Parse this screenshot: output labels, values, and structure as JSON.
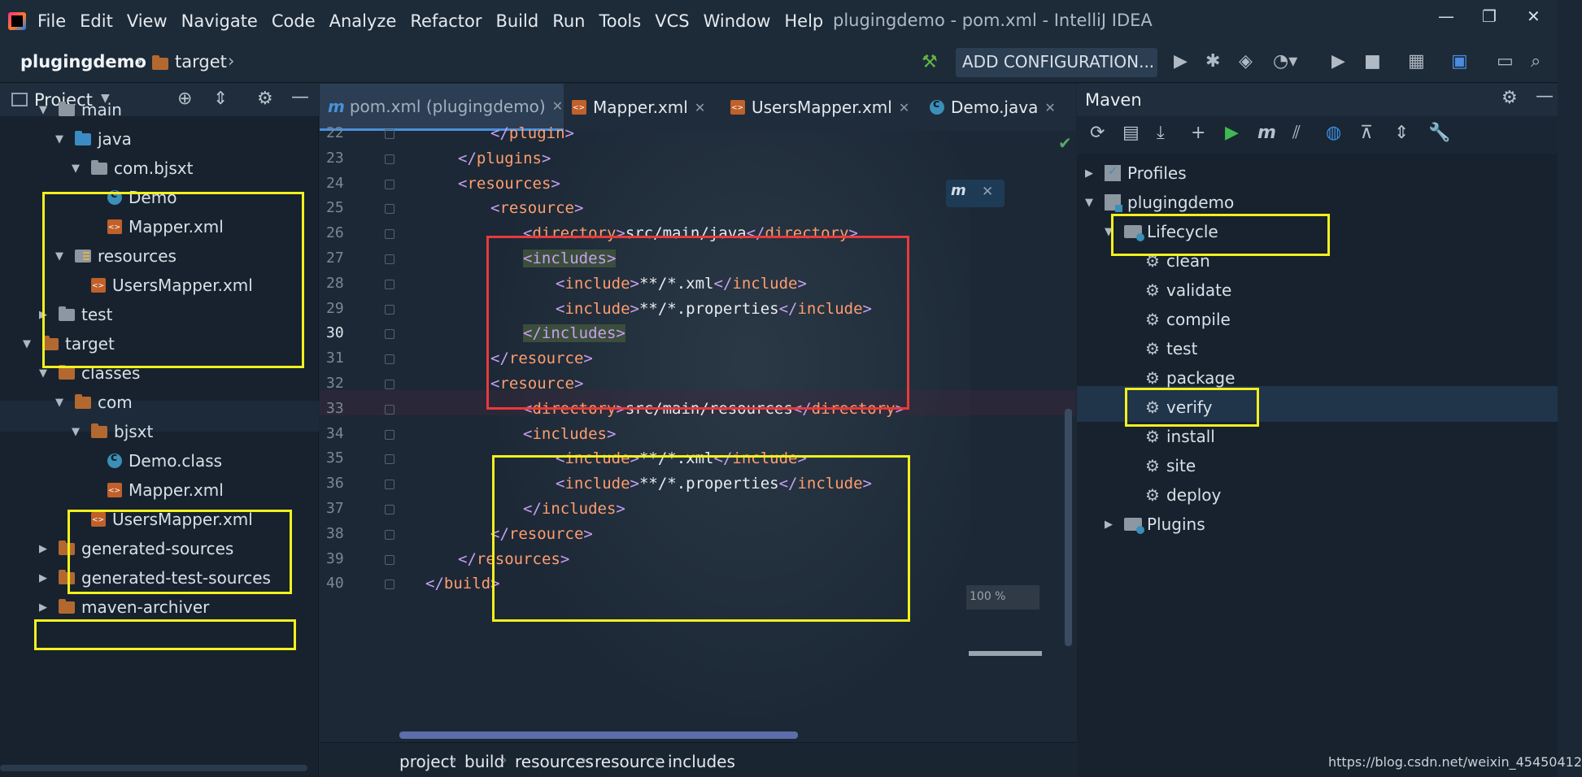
{
  "menubar": {
    "items": [
      "File",
      "Edit",
      "View",
      "Navigate",
      "Code",
      "Analyze",
      "Refactor",
      "Build",
      "Run",
      "Tools",
      "VCS",
      "Window",
      "Help"
    ],
    "window_title": "plugingdemo - pom.xml - IntelliJ IDEA"
  },
  "navbar": {
    "project": "plugingdemo",
    "folder": "target",
    "run_config": "ADD CONFIGURATION..."
  },
  "project_panel": {
    "title": "Project",
    "tree": [
      {
        "label": "main",
        "kind": "folder-grey",
        "arrow": "▼",
        "indent": 0
      },
      {
        "label": "java",
        "kind": "folder-blue",
        "arrow": "▼",
        "indent": 1
      },
      {
        "label": "com.bjsxt",
        "kind": "package",
        "arrow": "▼",
        "indent": 2
      },
      {
        "label": "Demo",
        "kind": "class",
        "arrow": "",
        "indent": 3
      },
      {
        "label": "Mapper.xml",
        "kind": "xml",
        "arrow": "",
        "indent": 3
      },
      {
        "label": "resources",
        "kind": "resources",
        "arrow": "▼",
        "indent": 1
      },
      {
        "label": "UsersMapper.xml",
        "kind": "xml",
        "arrow": "",
        "indent": 2
      },
      {
        "label": "test",
        "kind": "folder-grey",
        "arrow": "▶",
        "indent": 0
      },
      {
        "label": "target",
        "kind": "folder",
        "arrow": "▼",
        "indent": -1
      },
      {
        "label": "classes",
        "kind": "folder",
        "arrow": "▼",
        "indent": 0
      },
      {
        "label": "com",
        "kind": "folder",
        "arrow": "▼",
        "indent": 1
      },
      {
        "label": "bjsxt",
        "kind": "folder",
        "arrow": "▼",
        "indent": 2
      },
      {
        "label": "Demo.class",
        "kind": "class",
        "arrow": "",
        "indent": 3
      },
      {
        "label": "Mapper.xml",
        "kind": "xml",
        "arrow": "",
        "indent": 3
      },
      {
        "label": "UsersMapper.xml",
        "kind": "xml",
        "arrow": "",
        "indent": 2
      },
      {
        "label": "generated-sources",
        "kind": "folder",
        "arrow": "▶",
        "indent": 0
      },
      {
        "label": "generated-test-sources",
        "kind": "folder",
        "arrow": "▶",
        "indent": 0
      },
      {
        "label": "maven-archiver",
        "kind": "folder",
        "arrow": "▶",
        "indent": 0
      }
    ]
  },
  "editor": {
    "tabs": [
      {
        "label": "pom.xml (plugingdemo)",
        "active": true,
        "icon": "maven-icon"
      },
      {
        "label": "Mapper.xml",
        "active": false,
        "icon": "xml-icon"
      },
      {
        "label": "UsersMapper.xml",
        "active": false,
        "icon": "xml-icon"
      },
      {
        "label": "Demo.java",
        "active": false,
        "icon": "class-icon"
      }
    ],
    "current_line": "30",
    "lines": [
      {
        "num": "22",
        "indent": 2,
        "parts": [
          [
            "tb",
            "</"
          ],
          [
            "tn",
            "plugin"
          ],
          [
            "tb",
            ">"
          ]
        ]
      },
      {
        "num": "23",
        "indent": 1,
        "parts": [
          [
            "tb",
            "</"
          ],
          [
            "tn",
            "plugins"
          ],
          [
            "tb",
            ">"
          ]
        ]
      },
      {
        "num": "24",
        "indent": 1,
        "parts": [
          [
            "tb",
            "<"
          ],
          [
            "tn",
            "resources"
          ],
          [
            "tb",
            ">"
          ]
        ]
      },
      {
        "num": "25",
        "indent": 2,
        "parts": [
          [
            "tb",
            "<"
          ],
          [
            "tn",
            "resource"
          ],
          [
            "tb",
            ">"
          ]
        ]
      },
      {
        "num": "26",
        "indent": 3,
        "parts": [
          [
            "tb",
            "<"
          ],
          [
            "tn",
            "directory"
          ],
          [
            "tb",
            ">"
          ],
          [
            "tx",
            "src/main/java"
          ],
          [
            "tb",
            "</"
          ],
          [
            "tn",
            "directory"
          ],
          [
            "tb",
            ">"
          ]
        ]
      },
      {
        "num": "27",
        "indent": 3,
        "parts": [
          [
            "hl",
            "<includes>"
          ]
        ]
      },
      {
        "num": "28",
        "indent": 4,
        "parts": [
          [
            "tb",
            "<"
          ],
          [
            "tn",
            "include"
          ],
          [
            "tb",
            ">"
          ],
          [
            "tx",
            "**/*.xml"
          ],
          [
            "tb",
            "</"
          ],
          [
            "tn",
            "include"
          ],
          [
            "tb",
            ">"
          ]
        ]
      },
      {
        "num": "29",
        "indent": 4,
        "parts": [
          [
            "tb",
            "<"
          ],
          [
            "tn",
            "include"
          ],
          [
            "tb",
            ">"
          ],
          [
            "tx",
            "**/*.properties"
          ],
          [
            "tb",
            "</"
          ],
          [
            "tn",
            "include"
          ],
          [
            "tb",
            ">"
          ]
        ]
      },
      {
        "num": "30",
        "indent": 3,
        "parts": [
          [
            "hl",
            "</includes>"
          ]
        ]
      },
      {
        "num": "31",
        "indent": 2,
        "parts": [
          [
            "tb",
            "</"
          ],
          [
            "tn",
            "resource"
          ],
          [
            "tb",
            ">"
          ]
        ]
      },
      {
        "num": "32",
        "indent": 2,
        "parts": [
          [
            "tb",
            "<"
          ],
          [
            "tn",
            "resource"
          ],
          [
            "tb",
            ">"
          ]
        ]
      },
      {
        "num": "33",
        "indent": 3,
        "parts": [
          [
            "tb",
            "<"
          ],
          [
            "tn",
            "directory"
          ],
          [
            "tb",
            ">"
          ],
          [
            "tx",
            "src/main/resources"
          ],
          [
            "tb",
            "</"
          ],
          [
            "tn",
            "directory"
          ],
          [
            "tb",
            ">"
          ]
        ]
      },
      {
        "num": "34",
        "indent": 3,
        "parts": [
          [
            "tb",
            "<"
          ],
          [
            "tn",
            "includes"
          ],
          [
            "tb",
            ">"
          ]
        ]
      },
      {
        "num": "35",
        "indent": 4,
        "parts": [
          [
            "tb",
            "<"
          ],
          [
            "tn",
            "include"
          ],
          [
            "tb",
            ">"
          ],
          [
            "tx",
            "**/*.xml"
          ],
          [
            "tb",
            "</"
          ],
          [
            "tn",
            "include"
          ],
          [
            "tb",
            ">"
          ]
        ]
      },
      {
        "num": "36",
        "indent": 4,
        "parts": [
          [
            "tb",
            "<"
          ],
          [
            "tn",
            "include"
          ],
          [
            "tb",
            ">"
          ],
          [
            "tx",
            "**/*.properties"
          ],
          [
            "tb",
            "</"
          ],
          [
            "tn",
            "include"
          ],
          [
            "tb",
            ">"
          ]
        ]
      },
      {
        "num": "37",
        "indent": 3,
        "parts": [
          [
            "tb",
            "</"
          ],
          [
            "tn",
            "includes"
          ],
          [
            "tb",
            ">"
          ]
        ]
      },
      {
        "num": "38",
        "indent": 2,
        "parts": [
          [
            "tb",
            "</"
          ],
          [
            "tn",
            "resource"
          ],
          [
            "tb",
            ">"
          ]
        ]
      },
      {
        "num": "39",
        "indent": 1,
        "parts": [
          [
            "tb",
            "</"
          ],
          [
            "tn",
            "resources"
          ],
          [
            "tb",
            ">"
          ]
        ]
      },
      {
        "num": "40",
        "indent": 0,
        "parts": [
          [
            "tb",
            "</"
          ],
          [
            "tn",
            "build"
          ],
          [
            "tb",
            ">"
          ]
        ]
      }
    ],
    "zoom": "100 %",
    "breadcrumb": [
      "project",
      "build",
      "resources",
      "resource",
      "includes"
    ]
  },
  "maven_panel": {
    "title": "Maven",
    "profiles": "Profiles",
    "project": "plugingdemo",
    "lifecycle": "Lifecycle",
    "phases": [
      "clean",
      "validate",
      "compile",
      "test",
      "package",
      "verify",
      "install",
      "site",
      "deploy"
    ],
    "selected_phase": "install",
    "plugins": "Plugins"
  },
  "watermark": "https://blog.csdn.net/weixin_45450412",
  "colors": {
    "highlight_box": "#f3f01d",
    "red_box": "#e83a3a",
    "tag_name": "#ff9d6f",
    "tag_bracket": "#c6a0f0"
  }
}
